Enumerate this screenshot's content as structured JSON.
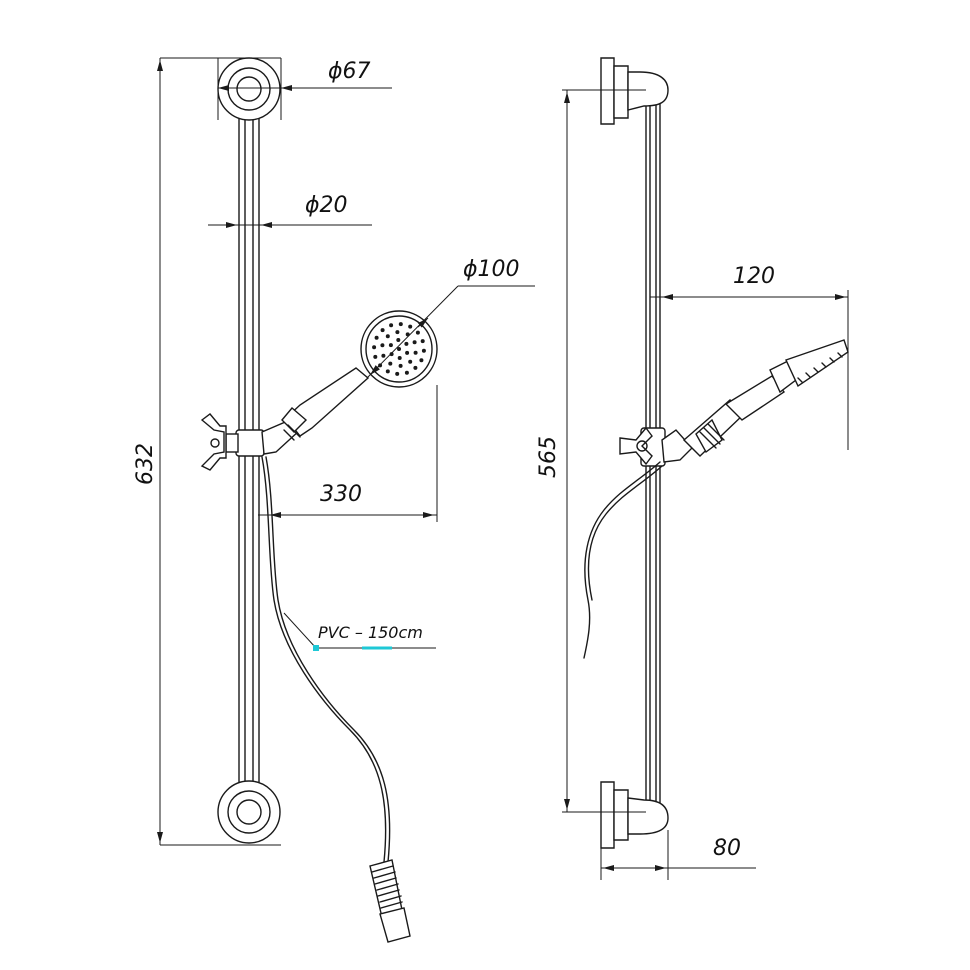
{
  "front_view": {
    "dims": {
      "rosette_diameter": "ϕ67",
      "rail_diameter": "ϕ20",
      "head_diameter": "ϕ100",
      "reach": "330",
      "total_height": "632"
    },
    "hose_label": "PVC – 150cm"
  },
  "side_view": {
    "dims": {
      "projection": "120",
      "rail_length": "565",
      "base_depth": "80"
    }
  },
  "colors": {
    "line": "#1a1a1a",
    "highlight": "#1ec8d6"
  }
}
